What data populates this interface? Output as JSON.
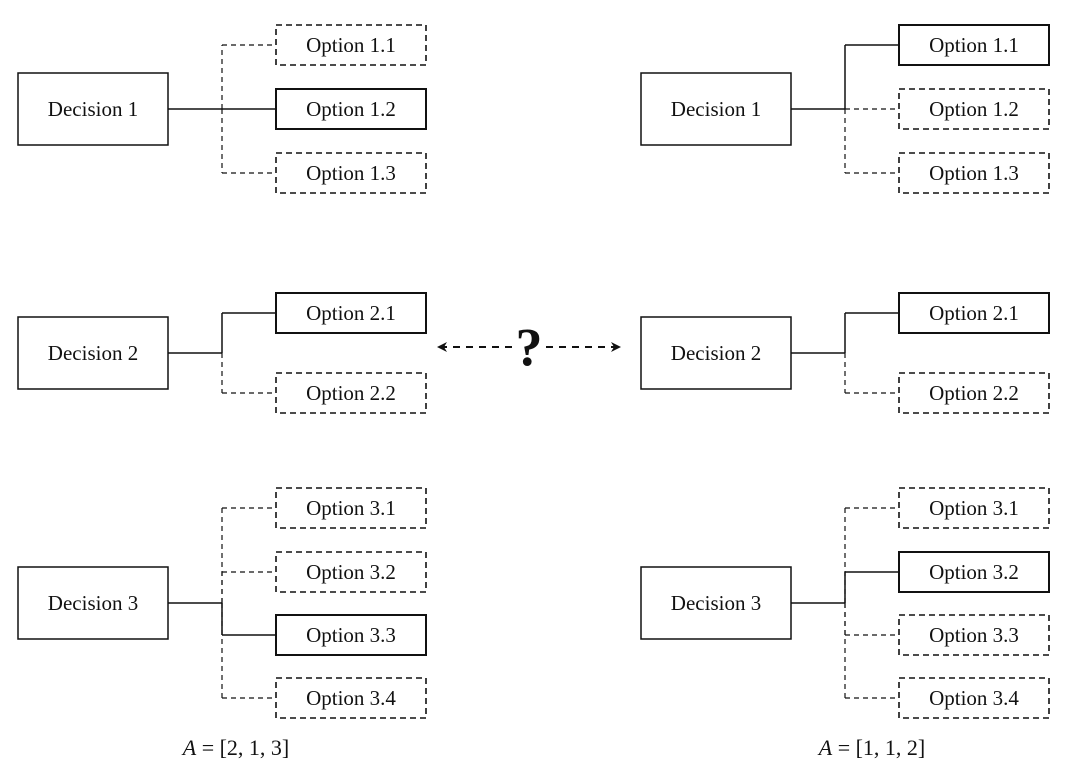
{
  "left_panel": {
    "groups": [
      {
        "decision": "Decision 1",
        "selected": 2,
        "options": [
          "Option 1.1",
          "Option 1.2",
          "Option 1.3"
        ]
      },
      {
        "decision": "Decision 2",
        "selected": 1,
        "options": [
          "Option 2.1",
          "Option 2.2"
        ]
      },
      {
        "decision": "Decision 3",
        "selected": 3,
        "options": [
          "Option 3.1",
          "Option 3.2",
          "Option 3.3",
          "Option 3.4"
        ]
      }
    ],
    "caption": {
      "variable": "A",
      "equals": " = ",
      "vector": "[2, 1, 3]"
    }
  },
  "right_panel": {
    "groups": [
      {
        "decision": "Decision 1",
        "selected": 1,
        "options": [
          "Option 1.1",
          "Option 1.2",
          "Option 1.3"
        ]
      },
      {
        "decision": "Decision 2",
        "selected": 1,
        "options": [
          "Option 2.1",
          "Option 2.2"
        ]
      },
      {
        "decision": "Decision 3",
        "selected": 2,
        "options": [
          "Option 3.1",
          "Option 3.2",
          "Option 3.3",
          "Option 3.4"
        ]
      }
    ],
    "caption": {
      "variable": "A",
      "equals": " = ",
      "vector": "[1, 1, 2]"
    }
  },
  "comparison": {
    "symbol": "?"
  }
}
